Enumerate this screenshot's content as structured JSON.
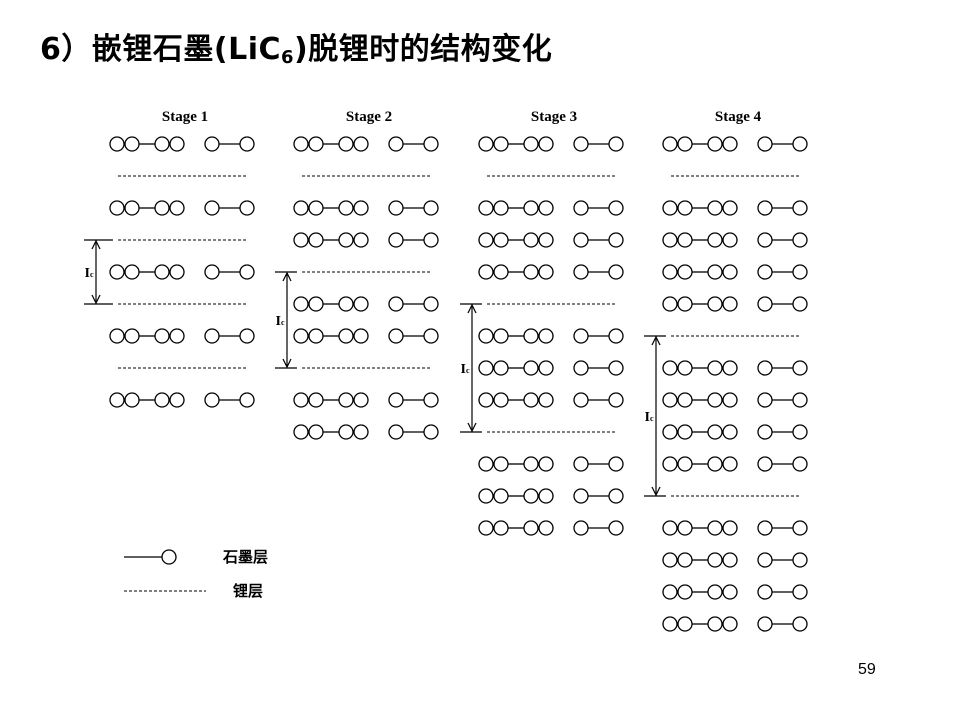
{
  "title": {
    "prefix": "6）嵌锂石墨(LiC",
    "sub": "6",
    "suffix": ")脱锂时的结构变化"
  },
  "diagram": {
    "stages": [
      {
        "label": "Stage 1",
        "ic_label": "I",
        "ic_sub": "c",
        "layers": [
          "G",
          "L",
          "G",
          "L",
          "G",
          "L",
          "G",
          "L",
          "G"
        ]
      },
      {
        "label": "Stage 2",
        "ic_label": "I",
        "ic_sub": "c",
        "layers": [
          "G",
          "L",
          "G",
          "G",
          "L",
          "G",
          "G",
          "L",
          "G",
          "G"
        ]
      },
      {
        "label": "Stage 3",
        "ic_label": "I",
        "ic_sub": "c",
        "layers": [
          "G",
          "L",
          "G",
          "G",
          "G",
          "L",
          "G",
          "G",
          "G",
          "L",
          "G",
          "G",
          "G"
        ]
      },
      {
        "label": "Stage 4",
        "ic_label": "I",
        "ic_sub": "c",
        "layers": [
          "G",
          "L",
          "G",
          "G",
          "G",
          "G",
          "L",
          "G",
          "G",
          "G",
          "G",
          "L",
          "G",
          "G",
          "G",
          "G"
        ]
      }
    ],
    "legend": {
      "graphite_label": "石墨层",
      "lithium_label": "锂层"
    }
  },
  "page_number": "59"
}
